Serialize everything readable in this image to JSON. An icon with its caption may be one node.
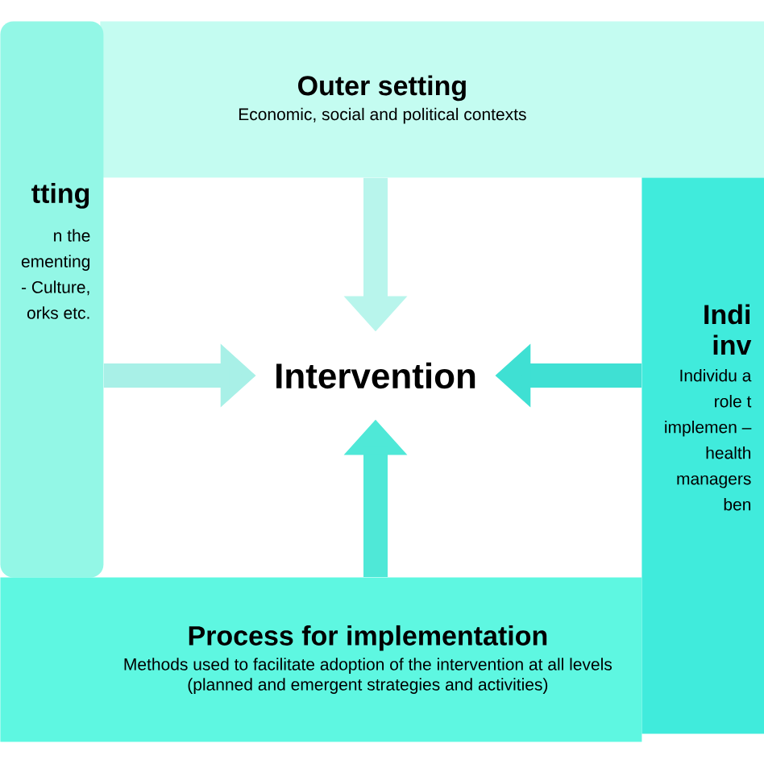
{
  "diagram": {
    "nodes": [
      {
        "text": [
          "Outer setting",
          "Economic, social and political contexts"
        ]
      },
      {
        "text": [
          "tting",
          "n the ementing - Culture, orks etc."
        ]
      },
      {
        "text": [
          "Intervention"
        ]
      },
      {
        "text": [
          "Indi inv",
          "Individu a role t implemen – health managers ben"
        ]
      },
      {
        "text": [
          "Process for implementation",
          "Methods used to facilitate adoption of the intervention at all levels (planned and emergent strategies and activities)"
        ]
      }
    ],
    "edges": [
      {
        "from": 0,
        "to": 2,
        "arrow": "to",
        "color": "#b8f5ec"
      },
      {
        "from": 1,
        "to": 2,
        "arrow": "to",
        "color": "#a8f0e7"
      },
      {
        "from": 3,
        "to": 2,
        "arrow": "to",
        "color": "#3fe0d3"
      },
      {
        "from": 4,
        "to": 2,
        "arrow": "to",
        "color": "#4fe8d7"
      }
    ]
  }
}
